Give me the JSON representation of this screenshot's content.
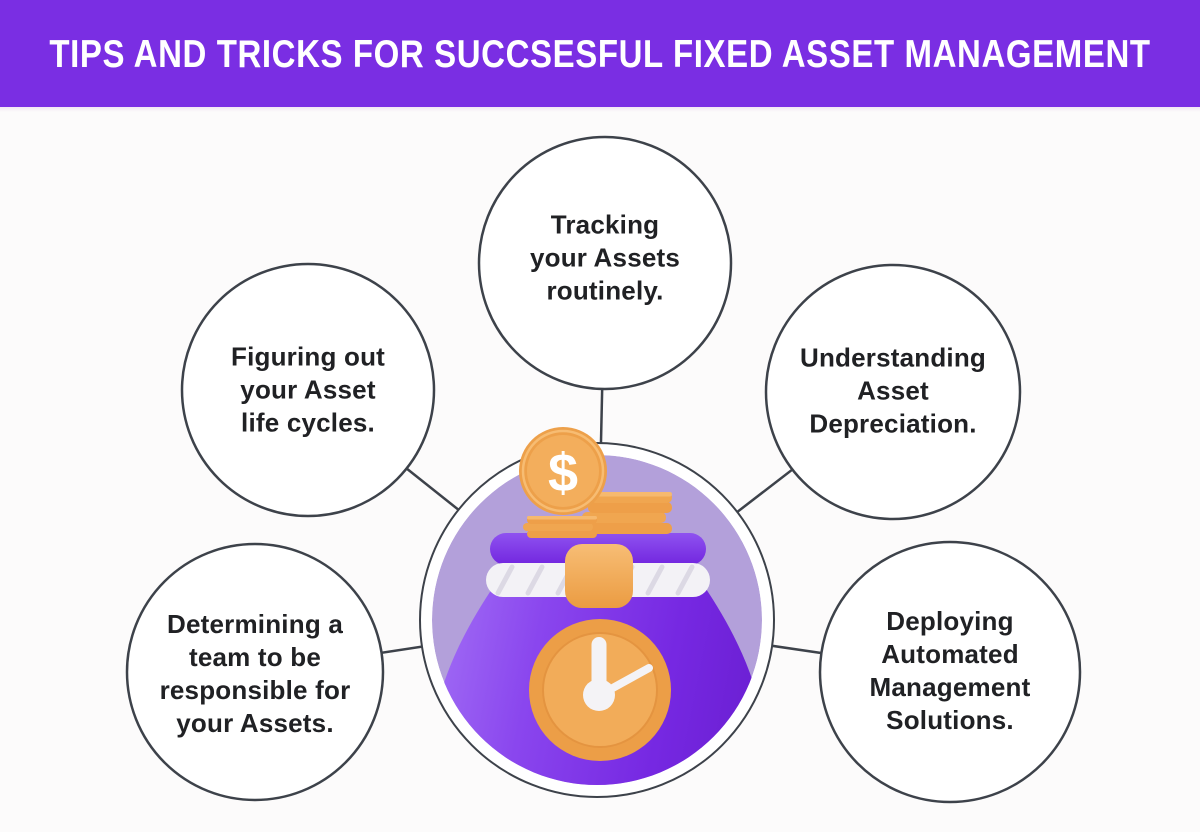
{
  "header": {
    "title": "TIPS AND TRICKS FOR SUCCSESFUL FIXED ASSET MANAGEMENT"
  },
  "nodes": {
    "top": {
      "lines": [
        "Tracking",
        "your Assets",
        "routinely."
      ]
    },
    "upper_left": {
      "lines": [
        "Figuring out",
        "your Asset",
        "life cycles."
      ]
    },
    "upper_right": {
      "lines": [
        "Understanding",
        "Asset",
        "Depreciation."
      ]
    },
    "lower_left": {
      "lines": [
        "Determining a",
        "team to be",
        "responsible for",
        "your Assets."
      ]
    },
    "lower_right": {
      "lines": [
        "Deploying",
        "Automated",
        "Management",
        "Solutions."
      ]
    }
  },
  "center": {
    "illustration": "purple-money-bag-with-coins-and-clock",
    "coin_symbol": "$"
  },
  "colors": {
    "banner_bg": "#7a2ee3",
    "banner_text": "#ffffff",
    "background": "#fcfbfb",
    "outline": "#3d424a",
    "node_fill": "#ffffff",
    "label_text": "#202124",
    "lavender_disc": "#b3a0da",
    "bag_purple": "#7d33e8",
    "coin_orange": "#eda04a",
    "rope_white": "#f3f2f6"
  }
}
